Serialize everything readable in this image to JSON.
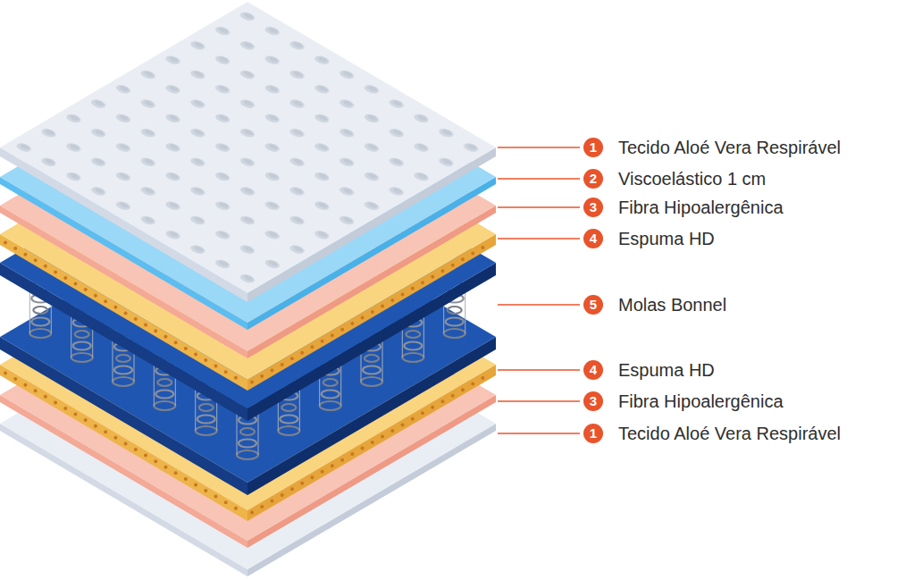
{
  "diagram": {
    "labels": [
      "1",
      "Tecido Aloé Vera Respirável",
      "2",
      "Viscoelástico 1 cm",
      "3",
      "Fibra Hipoalergênica",
      "4",
      "Espuma HD",
      "5",
      "Molas Bonnel",
      "4",
      "Espuma HD",
      "3",
      "Fibra Hipoalergênica",
      "1",
      "Tecido Aloé Vera Respirável"
    ]
  }
}
